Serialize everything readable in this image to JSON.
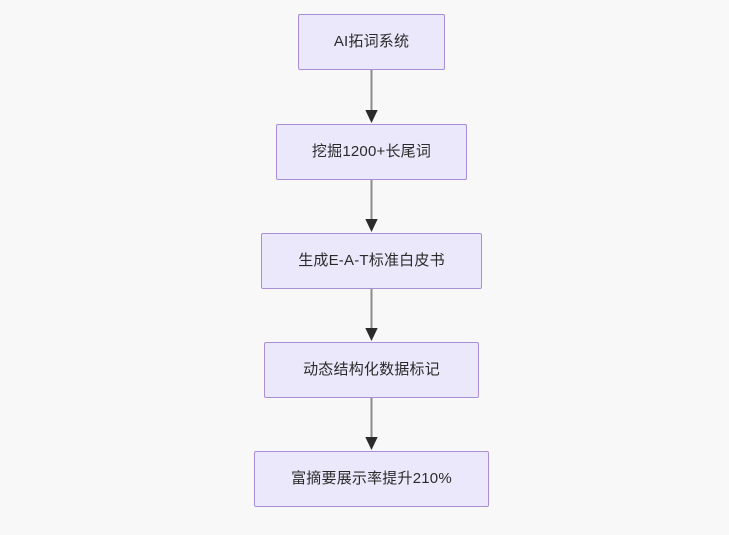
{
  "diagram": {
    "type": "flowchart",
    "direction": "top-to-bottom",
    "background_color": "#f8f8f8",
    "node_fill_color": "#ece8fb",
    "node_border_color": "#a98fd6",
    "edge_color": "#8c8c8c",
    "arrowhead_color": "#2b2b2b",
    "text_color": "#2b2b2b",
    "nodes": [
      {
        "id": "node-1",
        "label": "AI拓词系统"
      },
      {
        "id": "node-2",
        "label": "挖掘1200+长尾词"
      },
      {
        "id": "node-3",
        "label": "生成E-A-T标准白皮书"
      },
      {
        "id": "node-4",
        "label": "动态结构化数据标记"
      },
      {
        "id": "node-5",
        "label": "富摘要展示率提升210%"
      }
    ],
    "edges": [
      {
        "id": "edge-1",
        "from": "node-1",
        "to": "node-2",
        "label": ""
      },
      {
        "id": "edge-2",
        "from": "node-2",
        "to": "node-3",
        "label": ""
      },
      {
        "id": "edge-3",
        "from": "node-3",
        "to": "node-4",
        "label": ""
      },
      {
        "id": "edge-4",
        "from": "node-4",
        "to": "node-5",
        "label": ""
      }
    ]
  }
}
